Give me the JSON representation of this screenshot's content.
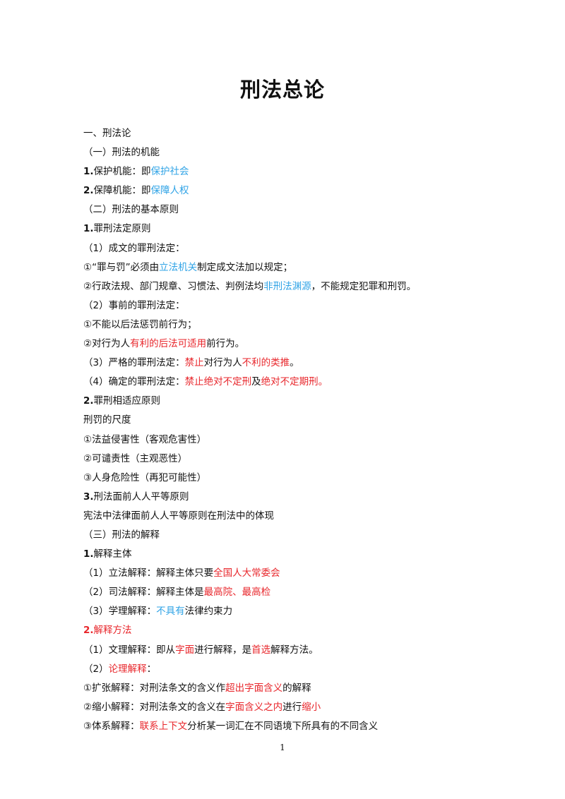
{
  "document": {
    "title": "刑法总论",
    "page_number": "1",
    "lines": [
      [
        {
          "t": "一、刑法论"
        }
      ],
      [
        {
          "t": "（一）刑法的机能"
        }
      ],
      [
        {
          "t": "1.",
          "b": 1
        },
        {
          "t": "保护机能：即"
        },
        {
          "t": "保护社会",
          "c": "blue"
        }
      ],
      [
        {
          "t": "2.",
          "b": 1
        },
        {
          "t": "保障机能：即"
        },
        {
          "t": "保障人权",
          "c": "blue"
        }
      ],
      [
        {
          "t": "（二）刑法的基本原则"
        }
      ],
      [
        {
          "t": "1.",
          "b": 1
        },
        {
          "t": "罪刑法定原则"
        }
      ],
      [
        {
          "t": "（1）成文的罪刑法定："
        }
      ],
      [
        {
          "t": "①“罪与罚”必须由"
        },
        {
          "t": "立法机关",
          "c": "blue"
        },
        {
          "t": "制定成文法加以规定；"
        }
      ],
      [
        {
          "t": "②行政法规、部门规章、习惯法、判例法均"
        },
        {
          "t": "非刑法渊源",
          "c": "blue"
        },
        {
          "t": "，不能规定犯罪和刑罚。"
        }
      ],
      [
        {
          "t": "（2）事前的罪刑法定："
        }
      ],
      [
        {
          "t": "①不能以后法惩罚前行为；"
        }
      ],
      [
        {
          "t": "②对行为人"
        },
        {
          "t": "有利的后法可适用",
          "c": "red"
        },
        {
          "t": "前行为。"
        }
      ],
      [
        {
          "t": "（3）严格的罪刑法定："
        },
        {
          "t": "禁止",
          "c": "red"
        },
        {
          "t": "对行为人"
        },
        {
          "t": "不利的类推",
          "c": "red"
        },
        {
          "t": "。"
        }
      ],
      [
        {
          "t": "（4）确定的罪刑法定："
        },
        {
          "t": "禁止绝对不定刑",
          "c": "red"
        },
        {
          "t": "及"
        },
        {
          "t": "绝对不定期刑",
          "c": "red"
        },
        {
          "t": "。",
          "c": "red"
        }
      ],
      [
        {
          "t": "2.",
          "b": 1
        },
        {
          "t": "罪刑相适应原则"
        }
      ],
      [
        {
          "t": "刑罚的尺度"
        }
      ],
      [
        {
          "t": "①法益侵害性（客观危害性）"
        }
      ],
      [
        {
          "t": "②可谴责性（主观恶性）"
        }
      ],
      [
        {
          "t": "③人身危险性（再犯可能性）"
        }
      ],
      [
        {
          "t": "3.",
          "b": 1
        },
        {
          "t": "刑法面前人人平等原则"
        }
      ],
      [
        {
          "t": "宪法中法律面前人人平等原则在刑法中的体现"
        }
      ],
      [
        {
          "t": "（三）刑法的解释"
        }
      ],
      [
        {
          "t": "1.",
          "b": 1
        },
        {
          "t": "解释主体"
        }
      ],
      [
        {
          "t": "（1）立法解释：解释主体只要"
        },
        {
          "t": "全国人大常委会",
          "c": "red"
        }
      ],
      [
        {
          "t": "（2）司法解释：解释主体是"
        },
        {
          "t": "最高院、最高检",
          "c": "red"
        }
      ],
      [
        {
          "t": "（3）学理解释："
        },
        {
          "t": "不具有",
          "c": "blue"
        },
        {
          "t": "法律约束力"
        }
      ],
      [
        {
          "t": "2.",
          "b": 1,
          "c": "red"
        },
        {
          "t": "解释方法",
          "c": "red"
        }
      ],
      [
        {
          "t": "（1）文理解释：即从"
        },
        {
          "t": "字面",
          "c": "red"
        },
        {
          "t": "进行解释，是"
        },
        {
          "t": "首选",
          "c": "red"
        },
        {
          "t": "解释方法。"
        }
      ],
      [
        {
          "t": "（2）"
        },
        {
          "t": "论理解释",
          "c": "red"
        },
        {
          "t": "："
        }
      ],
      [
        {
          "t": "①扩张解释：对刑法条文的含义作"
        },
        {
          "t": "超出字面含义",
          "c": "red"
        },
        {
          "t": "的解释"
        }
      ],
      [
        {
          "t": "②缩小解释：对刑法条文的含义在"
        },
        {
          "t": "字面含义之内",
          "c": "red"
        },
        {
          "t": "进行"
        },
        {
          "t": "缩小",
          "c": "red"
        }
      ],
      [
        {
          "t": "③体系解释："
        },
        {
          "t": "联系上下文",
          "c": "red"
        },
        {
          "t": "分析某一词汇在不同语境下所具有的不同含义"
        }
      ]
    ]
  }
}
